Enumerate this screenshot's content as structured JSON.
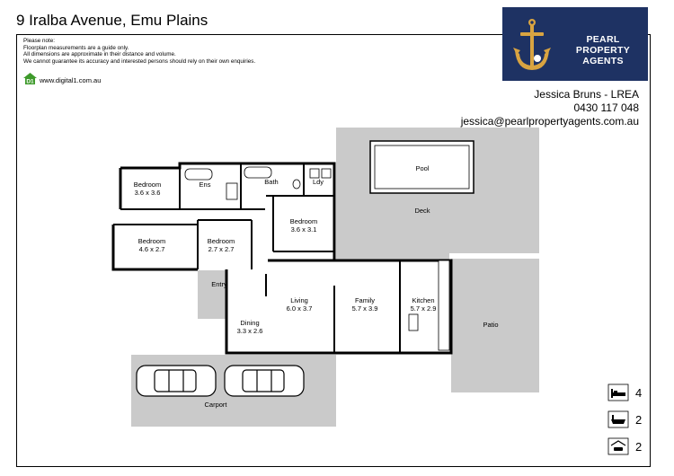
{
  "listing": {
    "title": "9 Iralba Avenue, Emu Plains"
  },
  "disclaimer": {
    "lines": [
      "Please note:",
      "Floorplan measurements are a guide only.",
      "All dimensions are approximate in their distance and volume.",
      "We cannot guarantee its accuracy and interested persons should rely on their own enquiries."
    ]
  },
  "drafter": {
    "logo_text": "D1",
    "website": "www.digital1.com.au"
  },
  "agency": {
    "name_line1": "PEARL PROPERTY",
    "name_line2": "AGENTS",
    "brand_color": "#1e3263"
  },
  "agent": {
    "name": "Jessica Bruns - LREA",
    "phone": "0430 117 048",
    "email": "jessica@pearlpropertyagents.com.au"
  },
  "rooms": {
    "pool": "Pool",
    "deck": "Deck",
    "bedroom1": {
      "name": "Bedroom",
      "size": "3.6 x 3.6"
    },
    "ens": "Ens",
    "bath": "Bath",
    "ldy": "Ldy",
    "bedroom2": {
      "name": "Bedroom",
      "size": "3.6 x 3.1"
    },
    "bedroom3": {
      "name": "Bedroom",
      "size": "4.6 x 2.7"
    },
    "bedroom4": {
      "name": "Bedroom",
      "size": "2.7 x 2.7"
    },
    "entry": "Entry",
    "living": {
      "name": "Living",
      "size": "6.0 x 3.7"
    },
    "family": {
      "name": "Family",
      "size": "5.7 x 3.9"
    },
    "kitchen": {
      "name": "Kitchen",
      "size": "5.7 x 2.9"
    },
    "dining": {
      "name": "Dining",
      "size": "3.3 x 2.6"
    },
    "patio": "Patio",
    "carport": "Carport"
  },
  "features": {
    "bedrooms": {
      "icon": "bed-icon",
      "count": "4"
    },
    "bathrooms": {
      "icon": "bathtub-icon",
      "count": "2"
    },
    "parking": {
      "icon": "garage-car-icon",
      "count": "2"
    }
  }
}
